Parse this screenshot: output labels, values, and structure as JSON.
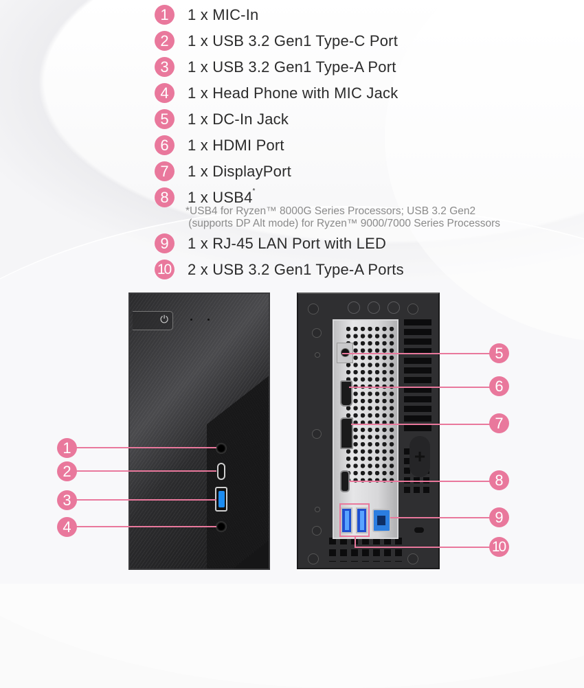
{
  "legend": {
    "items": [
      {
        "num": "1",
        "text": "1 x MIC-In"
      },
      {
        "num": "2",
        "text": "1 x USB 3.2 Gen1 Type-C Port"
      },
      {
        "num": "3",
        "text": "1 x USB 3.2 Gen1 Type-A Port"
      },
      {
        "num": "4",
        "text": "1 x Head Phone with MIC Jack"
      },
      {
        "num": "5",
        "text": "1 x DC-In Jack"
      },
      {
        "num": "6",
        "text": "1 x HDMI Port"
      },
      {
        "num": "7",
        "text": "1 x DisplayPort"
      },
      {
        "num": "8",
        "text": "1 x USB4",
        "sup": "*"
      },
      {
        "num": "9",
        "text": "1 x RJ-45 LAN Port with LED"
      },
      {
        "num": "10",
        "text": "2 x USB 3.2 Gen1 Type-A Ports"
      }
    ],
    "footnote_line1": "*USB4 for Ryzen™ 8000G Series Processors; USB 3.2 Gen2",
    "footnote_line2": " (supports DP Alt mode) for Ryzen™ 9000/7000 Series Processors"
  },
  "front_panel": {
    "power_icon": "⏻",
    "callouts": [
      "1",
      "2",
      "3",
      "4"
    ]
  },
  "rear_panel": {
    "plus_symbol": "+",
    "callouts": [
      "5",
      "6",
      "7",
      "8",
      "9",
      "10"
    ]
  },
  "colors": {
    "accent_pink": "#e9789c",
    "usb_blue": "#1c8cf0",
    "case_black": "#1c1c1e"
  }
}
